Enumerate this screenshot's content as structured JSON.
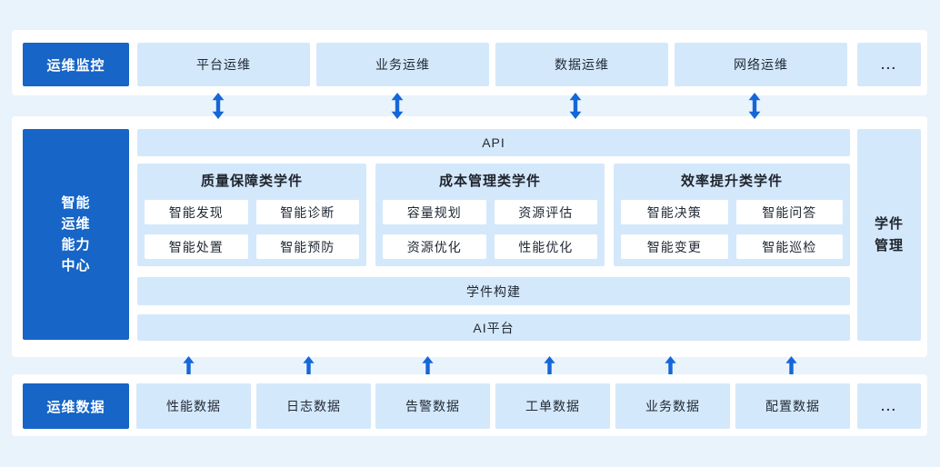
{
  "colors": {
    "page_bg": "#E9F3FC",
    "band_bg": "#FFFFFF",
    "primary_blue": "#1765C7",
    "light_box": "#D4E8FB",
    "arrow_blue": "#1566D8",
    "text_dark": "#222A35",
    "text_white": "#FFFFFF"
  },
  "monitor_row": {
    "title": "运维监控",
    "items": [
      {
        "label": "平台运维"
      },
      {
        "label": "业务运维"
      },
      {
        "label": "数据运维"
      },
      {
        "label": "网络运维"
      }
    ],
    "more": "..."
  },
  "center": {
    "title": "智能运维能力中心",
    "title_lines": [
      "智能",
      "运维",
      "能力",
      "中心"
    ],
    "api_label": "API",
    "groups": [
      {
        "title": "质量保障类学件",
        "items": [
          "智能发现",
          "智能诊断",
          "智能处置",
          "智能预防"
        ]
      },
      {
        "title": "成本管理类学件",
        "items": [
          "容量规划",
          "资源评估",
          "资源优化",
          "性能优化"
        ]
      },
      {
        "title": "效率提升类学件",
        "items": [
          "智能决策",
          "智能问答",
          "智能变更",
          "智能巡检"
        ]
      }
    ],
    "build_label": "学件构建",
    "ai_label": "AI平台",
    "manage_label": "学件管理",
    "manage_lines": [
      "学件",
      "管理"
    ]
  },
  "data_row": {
    "title": "运维数据",
    "items": [
      {
        "label": "性能数据"
      },
      {
        "label": "日志数据"
      },
      {
        "label": "告警数据"
      },
      {
        "label": "工单数据"
      },
      {
        "label": "业务数据"
      },
      {
        "label": "配置数据"
      }
    ],
    "more": "..."
  }
}
